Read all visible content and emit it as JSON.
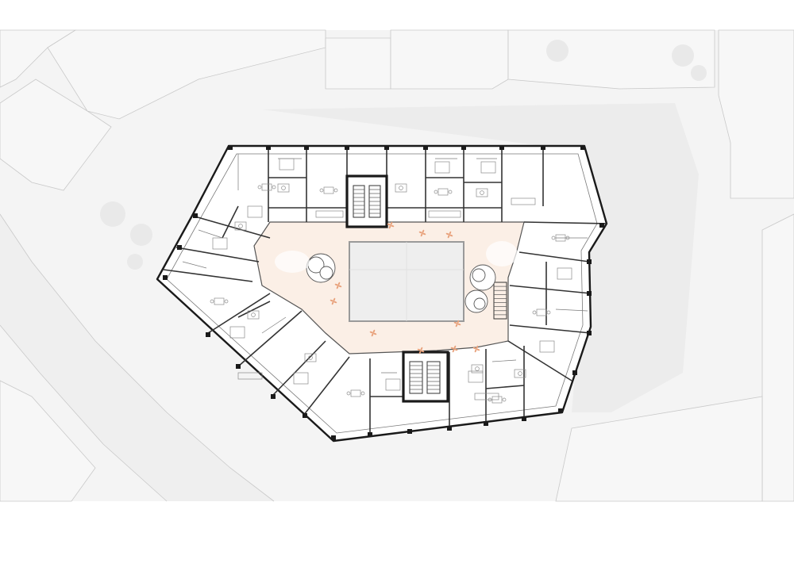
{
  "colors": {
    "background": "#ffffff",
    "context_fill": "#f4f4f4",
    "context_line": "#c9c9c9",
    "street_fill": "#efefef",
    "shadow_fill": "#ececec",
    "courtyard_fill": "#fbefe6",
    "courtyard_accent": "#e8a27c",
    "pool_fill": "#eeeeee",
    "pool_line": "#9a9a9a",
    "wall": "#1a1a1a",
    "thin_line": "#7a7a7a",
    "furniture": "#8a8a8a"
  },
  "drawing": {
    "type": "floor-plan",
    "stair_cores": 2,
    "trees": 3,
    "has_central_pool": true,
    "has_context_buildings": true
  }
}
